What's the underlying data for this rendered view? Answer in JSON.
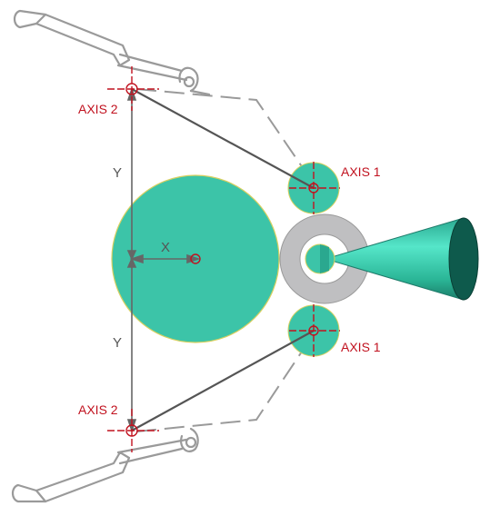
{
  "labels": {
    "axis1_top": "AXIS 1",
    "axis1_bottom": "AXIS 1",
    "axis2_top": "AXIS 2",
    "axis2_bottom": "AXIS 2",
    "dim_x": "X",
    "dim_y_top": "Y",
    "dim_y_bottom": "Y"
  },
  "colors": {
    "teal_fill": "#3cc4a8",
    "teal_outline": "#d8d060",
    "gray_ring": "#bfbfc1",
    "cone_light": "#4fe0c4",
    "cone_dark": "#0e5a4c",
    "red_marker": "#c1121f",
    "dim_line": "#666666",
    "sketch_gray": "#9a9a9a"
  }
}
